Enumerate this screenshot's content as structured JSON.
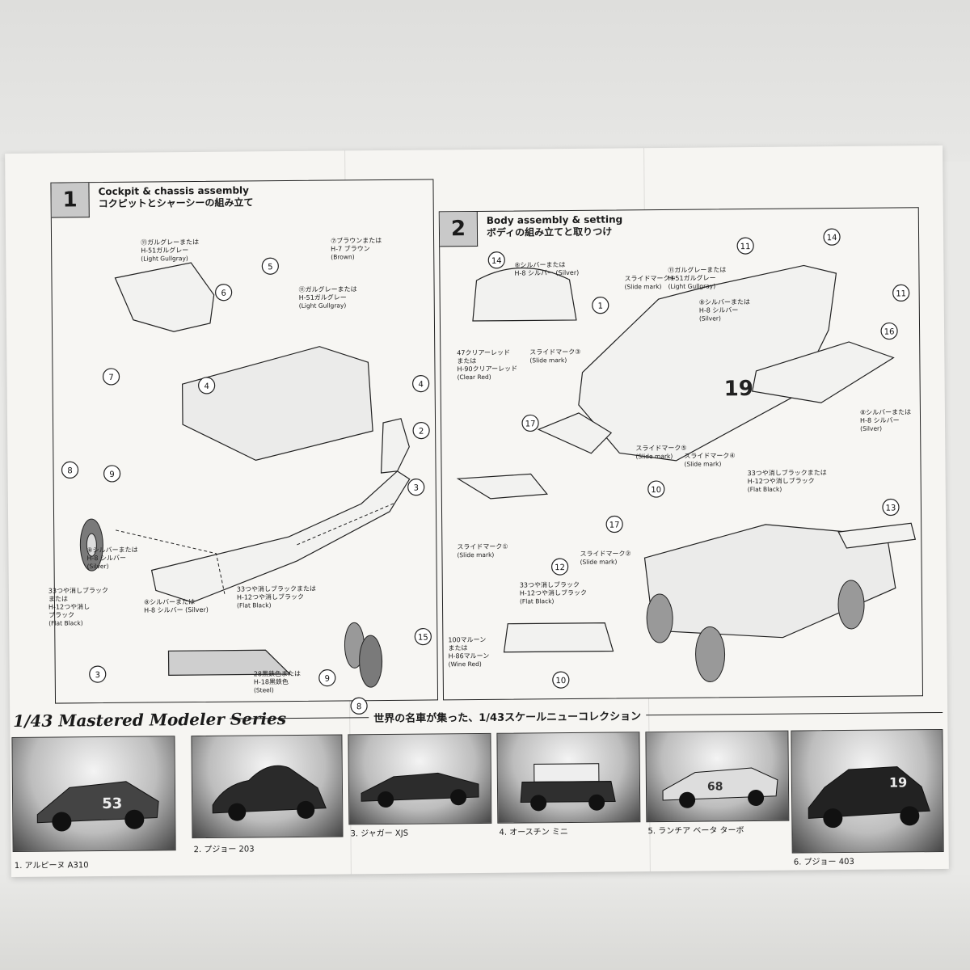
{
  "step1": {
    "number": "1",
    "title_en": "Cockpit & chassis assembly",
    "title_jp": "コクピットとシャーシーの組み立て",
    "callouts": {
      "c11_jp1": "⑪ガルグレーまたは",
      "c11_jp2": "H-51ガルグレー",
      "c11_en": "(Light Gullgray)",
      "c7_jp1": "⑦ブラウンまたは",
      "c7_jp2": "H-7 ブラウン",
      "c7_en": "(Brown)",
      "c11b_jp1": "⑪ガルグレーまたは",
      "c11b_jp2": "H-51ガルグレー",
      "c11b_en": "(Light Gullgray)",
      "c8_jp1": "⑧シルバーまたは",
      "c8_jp2": "H-8 シルバー",
      "c8_en": "(Silver)",
      "c33_jp1": "33つや消しブラック",
      "c33_jp2": "または",
      "c33_jp3": "H-12つや消し",
      "c33_jp4": "ブラック",
      "c33_en": "(Flat Black)",
      "c8b_jp1": "⑧シルバーまたは",
      "c8b_jp2": "H-8 シルバー (Silver)",
      "c33b_jp1": "33つや消しブラックまたは",
      "c33b_jp2": "H-12つや消しブラック",
      "c33b_en": "(Flat Black)",
      "c28_jp1": "28黒鉄色または",
      "c28_jp2": "H-18黒鉄色",
      "c28_en": "(Steel)"
    },
    "parts": [
      "5",
      "6",
      "7",
      "4",
      "4",
      "2",
      "3",
      "8",
      "9",
      "3",
      "9",
      "8",
      "15"
    ]
  },
  "step2": {
    "number": "2",
    "title_en": "Body assembly & setting",
    "title_jp": "ボディの組み立てと取りつけ",
    "callouts": {
      "c8_jp1": "⑧シルバーまたは",
      "c8_jp2": "H-8 シルバー (Silver)",
      "slide4_jp": "スライドマーク④",
      "slide4_en": "(Slide mark)",
      "c11_jp1": "⑪ガルグレーまたは",
      "c11_jp2": "H-51ガルグレー",
      "c11_en": "(Light Gullgray)",
      "c8b_jp1": "⑧シルバーまたは",
      "c8b_jp2": "H-8 シルバー",
      "c8b_en": "(Silver)",
      "c47_jp1": "47クリアーレッド",
      "c47_jp2": "または",
      "c47_jp3": "H-90クリアーレッド",
      "c47_en": "(Clear Red)",
      "slide3_jp": "スライドマーク③",
      "slide3_en": "(Slide mark)",
      "slide5_jp": "スライドマーク⑤",
      "slide5_en": "(Slide mark)",
      "slide4b_jp": "スライドマーク④",
      "slide4b_en": "(Slide mark)",
      "c33_jp1": "33つや消しブラックまたは",
      "c33_jp2": "H-12つや消しブラック",
      "c33_en": "(Flat Black)",
      "c8c_jp1": "⑧シルバーまたは",
      "c8c_jp2": "H-8 シルバー",
      "c8c_en": "(Silver)",
      "slide1_jp": "スライドマーク①",
      "slide1_en": "(Slide mark)",
      "slide2_jp": "スライドマーク②",
      "slide2_en": "(Slide mark)",
      "c33b_jp1": "33つや消しブラック",
      "c33b_jp2": "H-12つや消しブラック",
      "c33b_en": "(Flat Black)",
      "c100_jp1": "100マルーン",
      "c100_jp2": "または",
      "c100_jp3": "H-86マルーン",
      "c100_en": "(Wine Red)"
    },
    "parts": [
      "14",
      "1",
      "14",
      "11",
      "11",
      "16",
      "17",
      "10",
      "17",
      "12",
      "13",
      "10"
    ],
    "car_number": "19"
  },
  "series": {
    "logo": "1/43 Mastered Modeler Series",
    "tagline": "世界の名車が集った、1/43スケールニューコレクション"
  },
  "cars": [
    {
      "caption": "1. アルピーヌ A310",
      "number": "53"
    },
    {
      "caption": "2. プジョー 203"
    },
    {
      "caption": "3. ジャガー XJS"
    },
    {
      "caption": "4. オースチン ミニ"
    },
    {
      "caption": "5. ランチア ベータ ターボ",
      "number": "68"
    },
    {
      "caption": "6. プジョー 403",
      "number": "19"
    }
  ]
}
